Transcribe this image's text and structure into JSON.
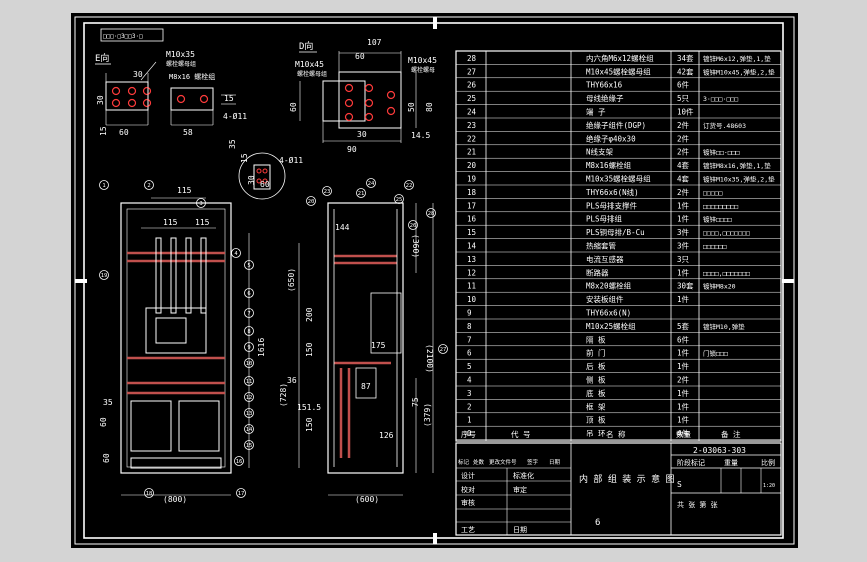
{
  "colors": {
    "background": "#000000",
    "page": "#d4d4d4",
    "line": "#ffffff",
    "accent": "#ff3b3b",
    "hatch": "#c0504d"
  },
  "drawing": {
    "stamp": "□□□·□3□□3·□",
    "view_e": {
      "label": "E向",
      "dims": [
        "M10x35",
        "螺栓螺母组",
        "M8x16 螺栓组",
        "30",
        "15",
        "60",
        "58",
        "15",
        "4-Ø11",
        "30"
      ]
    },
    "view_d": {
      "label": "D向",
      "dims": [
        "107",
        "60",
        "M10x45",
        "螺栓螺母组",
        "M10x45",
        "螺栓螺母",
        "60",
        "80",
        "50",
        "14.5",
        "90",
        "30"
      ]
    },
    "small_detail": {
      "dims": [
        "35",
        "15",
        "4-Ø11",
        "60",
        "30"
      ]
    },
    "front": {
      "dims": [
        "115",
        "115",
        "115",
        "1616",
        "35",
        "60",
        "60",
        "(800)"
      ]
    },
    "side": {
      "dims": [
        "144",
        "(360)",
        "(650)",
        "200",
        "150",
        "175",
        "(728)",
        "36",
        "87",
        "151.5",
        "75",
        "150",
        "126",
        "(379)",
        "(2100)",
        "(600)"
      ]
    },
    "balloons": [
      "1",
      "2",
      "3",
      "4",
      "5",
      "6",
      "7",
      "8",
      "9",
      "10",
      "11",
      "12",
      "13",
      "14",
      "15",
      "16",
      "17",
      "18",
      "19",
      "20",
      "21",
      "22",
      "23",
      "24",
      "25",
      "26",
      "27",
      "28"
    ]
  },
  "bom": {
    "rows": [
      {
        "no": "28",
        "name": "内六角M6x12螺栓组",
        "qty": "34套",
        "note": "镀锌M6x12,弹垫,1,垫"
      },
      {
        "no": "27",
        "name": "M10x45螺栓螺母组",
        "qty": "42套",
        "note": "镀锌M10x45,弹垫,2,垫"
      },
      {
        "no": "26",
        "name": "THY66x16",
        "qty": "6件",
        "note": ""
      },
      {
        "no": "25",
        "name": "母线绝缘子",
        "qty": "5只",
        "note": "3·□□□·□□□"
      },
      {
        "no": "24",
        "name": "端 子",
        "qty": "10件",
        "note": ""
      },
      {
        "no": "23",
        "name": "绝缘子组件(DGP)",
        "qty": "2件",
        "note": "订货号.48603"
      },
      {
        "no": "22",
        "name": "绝缘子φ40x30",
        "qty": "2件",
        "note": ""
      },
      {
        "no": "21",
        "name": "N线支架",
        "qty": "2件",
        "note": "镀锌□□·□□□"
      },
      {
        "no": "20",
        "name": "M8x16螺栓组",
        "qty": "4套",
        "note": "镀锌M8x16,弹垫,1,垫"
      },
      {
        "no": "19",
        "name": "M10x35螺栓螺母组",
        "qty": "4套",
        "note": "镀锌M10x35,弹垫,2,垫"
      },
      {
        "no": "18",
        "name": "THY66x6(N线)",
        "qty": "2件",
        "note": "□□□□□"
      },
      {
        "no": "17",
        "name": "PLS母排支撑件",
        "qty": "1件",
        "note": "□□□□□□□□□"
      },
      {
        "no": "16",
        "name": "PLS母排组",
        "qty": "1件",
        "note": "镀锌□□□□"
      },
      {
        "no": "15",
        "name": "PLS铜母排/B-Cu",
        "qty": "3件",
        "note": "□□□□,□□□□□□□"
      },
      {
        "no": "14",
        "name": "热缩套管",
        "qty": "3件",
        "note": "□□□□□□"
      },
      {
        "no": "13",
        "name": "电流互感器",
        "qty": "3只",
        "note": ""
      },
      {
        "no": "12",
        "name": "断路器",
        "qty": "1件",
        "note": "□□□□,□□□□□□□"
      },
      {
        "no": "11",
        "name": "M8x20螺栓组",
        "qty": "30套",
        "note": "镀锌M8x20"
      },
      {
        "no": "10",
        "name": "安装板组件",
        "qty": "1件",
        "note": ""
      },
      {
        "no": "9",
        "name": "THY66x6(N)",
        "qty": "",
        "note": ""
      },
      {
        "no": "8",
        "name": "M10x25螺栓组",
        "qty": "5套",
        "note": "镀锌M10,弹垫"
      },
      {
        "no": "7",
        "name": "隔 板",
        "qty": "6件",
        "note": ""
      },
      {
        "no": "6",
        "name": "前 门",
        "qty": "1件",
        "note": "门锁□□□"
      },
      {
        "no": "5",
        "name": "后 板",
        "qty": "1件",
        "note": ""
      },
      {
        "no": "4",
        "name": "侧 板",
        "qty": "2件",
        "note": ""
      },
      {
        "no": "3",
        "name": "底 板",
        "qty": "1件",
        "note": ""
      },
      {
        "no": "2",
        "name": "框 架",
        "qty": "1件",
        "note": ""
      },
      {
        "no": "1",
        "name": "顶 板",
        "qty": "1件",
        "note": ""
      },
      {
        "no": "0",
        "name": "吊 环",
        "qty": "4件",
        "note": ""
      }
    ],
    "headers": {
      "no": "序号",
      "code": "代 号",
      "name": "名 称",
      "qty": "数量",
      "note": "备 注"
    }
  },
  "title_block": {
    "drawing_no": "2-03063-303",
    "title": "内 部 组 装 示 意 图",
    "stage": "阶段标记",
    "weight": "重量",
    "ratio": "比例",
    "scale": "1:20",
    "sheet_letter": "S",
    "sheets": "共   张   第   张",
    "number": "6",
    "rows": [
      "标记",
      "处数",
      "更改文件号",
      "签字",
      "日期",
      "设计",
      "标准化",
      "校对",
      "审定",
      "审核",
      "工艺",
      "日期"
    ]
  }
}
